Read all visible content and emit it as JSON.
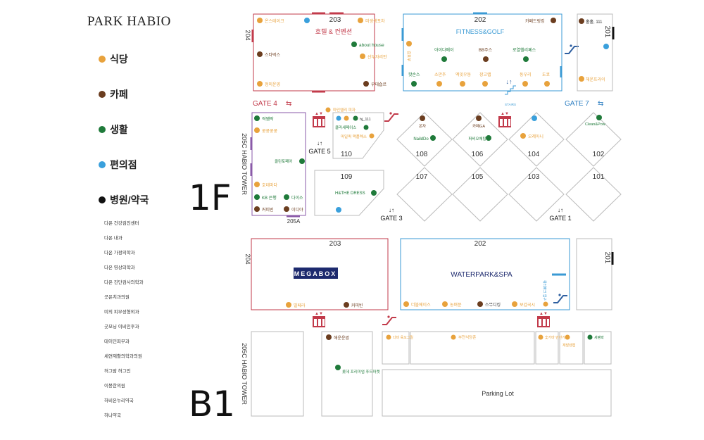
{
  "brand": "PARK HABIO",
  "legend": [
    {
      "label": "식당",
      "color": "#e8a23c"
    },
    {
      "label": "카페",
      "color": "#6b3d1f"
    },
    {
      "label": "생활",
      "color": "#1f7a3a"
    },
    {
      "label": "편의점",
      "color": "#3aa0dc"
    },
    {
      "label": "병원/약국",
      "color": "#111111"
    }
  ],
  "clinics": [
    "다온 건강검진센터",
    "다온 내과",
    "다온 가정의학과",
    "다온 영상의학과",
    "다온 진단검사의학과",
    "굿은치과의원",
    "미의 피부성형외과",
    "굿모닝 이비인후과",
    "데이민피부과",
    "세연재활의학과의원",
    "허그맘 허그인",
    "이봉한의원",
    "하비온누리약국",
    "하나약국"
  ],
  "floors": {
    "first": "1F",
    "basement": "B1"
  },
  "colors": {
    "restaurant": "#e8a23c",
    "cafe": "#6b3d1f",
    "living": "#1f7a3a",
    "store": "#3aa0dc",
    "hospital": "#111111",
    "hotel": "#c23a4a",
    "fitness": "#3a9ad4",
    "tower": "#8a5aa8",
    "megabox": "#1d2a6e",
    "gate": "#c23a4a",
    "gate_blue": "#2e7fc2"
  },
  "f1": {
    "zones": {
      "u203": "203",
      "u203_name": "호텔 & 컨벤션",
      "u202": "202",
      "u202_name": "FITNESS&GOLF",
      "u201": "201",
      "u204": "204",
      "tower": "205C  HABIO TOWER",
      "u205a": "205A",
      "u110": "110",
      "u109": "109",
      "u108": "108",
      "u107": "107",
      "u106": "106",
      "u105": "105",
      "u104": "104",
      "u103": "103",
      "u102": "102",
      "u101": "101"
    },
    "gates": {
      "g4": "GATE 4",
      "g7": "GATE 7",
      "g5": "GATE 5",
      "g3": "GATE 3",
      "g1": "GATE 1",
      "stairs": "STAIRS"
    },
    "shops": {
      "h1": "온스테이크",
      "h2": "미생생포차",
      "h3": "about house",
      "h4": "스타벅스",
      "h5": "산부자리안",
      "h6": "정미운영",
      "h7": "우데숍르",
      "f1": "아이다메이",
      "f2": "BB주스",
      "f3": "로열헬리페스",
      "f4": "카페드링킹",
      "f5": "핫손스",
      "f6": "소만추",
      "f7": "엑잇우동",
      "f8": "장고랩",
      "f9": "동우리",
      "f10": "도쿄",
      "f11": "김호부",
      "r1": "홀홀, 111",
      "r2": "해운프라이",
      "a1": "마인엘리 피자",
      "a2": "hj_111",
      "a3": "클라세페이스",
      "a4": "마일퀵 맥플렉스",
      "a5": "쿵쿵쿵",
      "c1": "온자",
      "c2": "NaildDo",
      "c3": "카페GA",
      "c4": "퍼비오체탑",
      "c5": "오레아니",
      "c6": "Clean&Pow",
      "t1": "싹쌤락",
      "t2": "쿵쿵쿵쿵",
      "t3": "클린토페어",
      "t4": "호데마다",
      "t5": "KB 은행",
      "t6": "다이소",
      "t7": "커피빈",
      "t8": "이디야",
      "d1": "H&THE DRESS"
    }
  },
  "b1": {
    "zones": {
      "u203": "203",
      "u202": "202",
      "u201": "201",
      "u204": "204",
      "megabox": "MEGABOX",
      "waterpark": "WATERPARK&SPA",
      "tower": "205C  HABIO TOWER",
      "parking": "Parking Lot",
      "waterside": "워터파크 입구"
    },
    "shops": {
      "m1": "빌페라",
      "m2": "커피빈",
      "w1": "더블에이스",
      "w2": "농펴뮨",
      "w3": "스무디킹",
      "w4": "보검국시",
      "s1": "해운운맘",
      "s2": "롯데 프리미엄 푸드마켓",
      "p1": "다비 육오그릴",
      "p2": "부천식당촌",
      "p3": "숯가마 만찬가게",
      "p4": "재발렌캡",
      "p5": "세랭락"
    }
  }
}
